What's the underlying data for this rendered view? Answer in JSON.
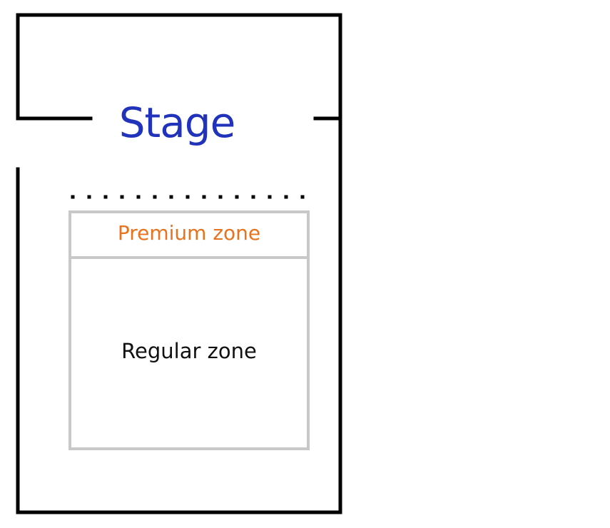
{
  "stage": {
    "label": "Stage",
    "color": "#2233bb"
  },
  "zones": [
    {
      "label": "Premium zone",
      "color": "#e8731e"
    },
    {
      "label": "Regular zone",
      "color": "#111111"
    }
  ],
  "colors": {
    "walls": "#000000",
    "zone_border": "#c8c8c8"
  }
}
